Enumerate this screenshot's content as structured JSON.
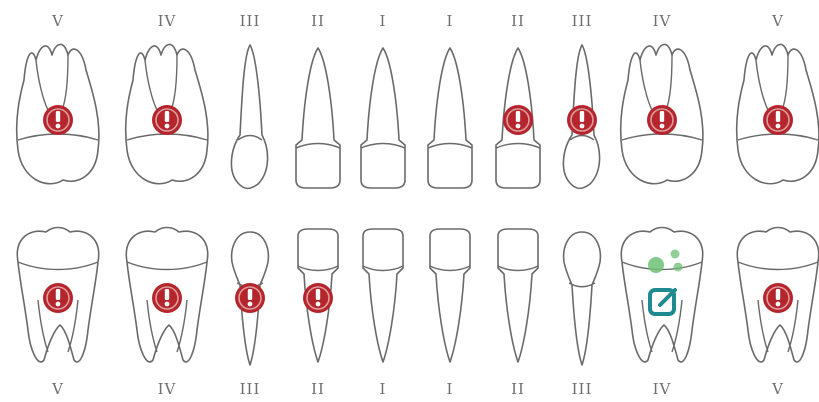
{
  "upper_labels": [
    "V",
    "IV",
    "III",
    "II",
    "I",
    "I",
    "II",
    "III",
    "IV",
    "V"
  ],
  "lower_labels": [
    "V",
    "IV",
    "III",
    "II",
    "I",
    "I",
    "II",
    "III",
    "IV",
    "V"
  ],
  "colors": {
    "alert": "#b5262c",
    "note": "#1f8a8f",
    "decay": "#6dbf73",
    "outline": "#6a6a6a"
  },
  "upper_teeth": [
    {
      "type": "molar",
      "marker": "alert-icon"
    },
    {
      "type": "molar",
      "marker": "alert-icon"
    },
    {
      "type": "canine",
      "marker": null
    },
    {
      "type": "incisor",
      "marker": null
    },
    {
      "type": "incisor",
      "marker": null
    },
    {
      "type": "incisor",
      "marker": null
    },
    {
      "type": "incisor",
      "marker": "alert-icon"
    },
    {
      "type": "canine",
      "marker": "alert-icon"
    },
    {
      "type": "molar",
      "marker": "alert-icon"
    },
    {
      "type": "molar",
      "marker": "alert-icon"
    }
  ],
  "lower_teeth": [
    {
      "type": "molar",
      "marker": "alert-icon"
    },
    {
      "type": "molar",
      "marker": "alert-icon"
    },
    {
      "type": "canine",
      "marker": "alert-icon"
    },
    {
      "type": "incisor",
      "marker": "alert-icon"
    },
    {
      "type": "incisor",
      "marker": null
    },
    {
      "type": "incisor",
      "marker": null
    },
    {
      "type": "incisor",
      "marker": null
    },
    {
      "type": "canine",
      "marker": null
    },
    {
      "type": "molar",
      "marker": "note-icon"
    },
    {
      "type": "molar",
      "marker": "alert-icon"
    }
  ]
}
